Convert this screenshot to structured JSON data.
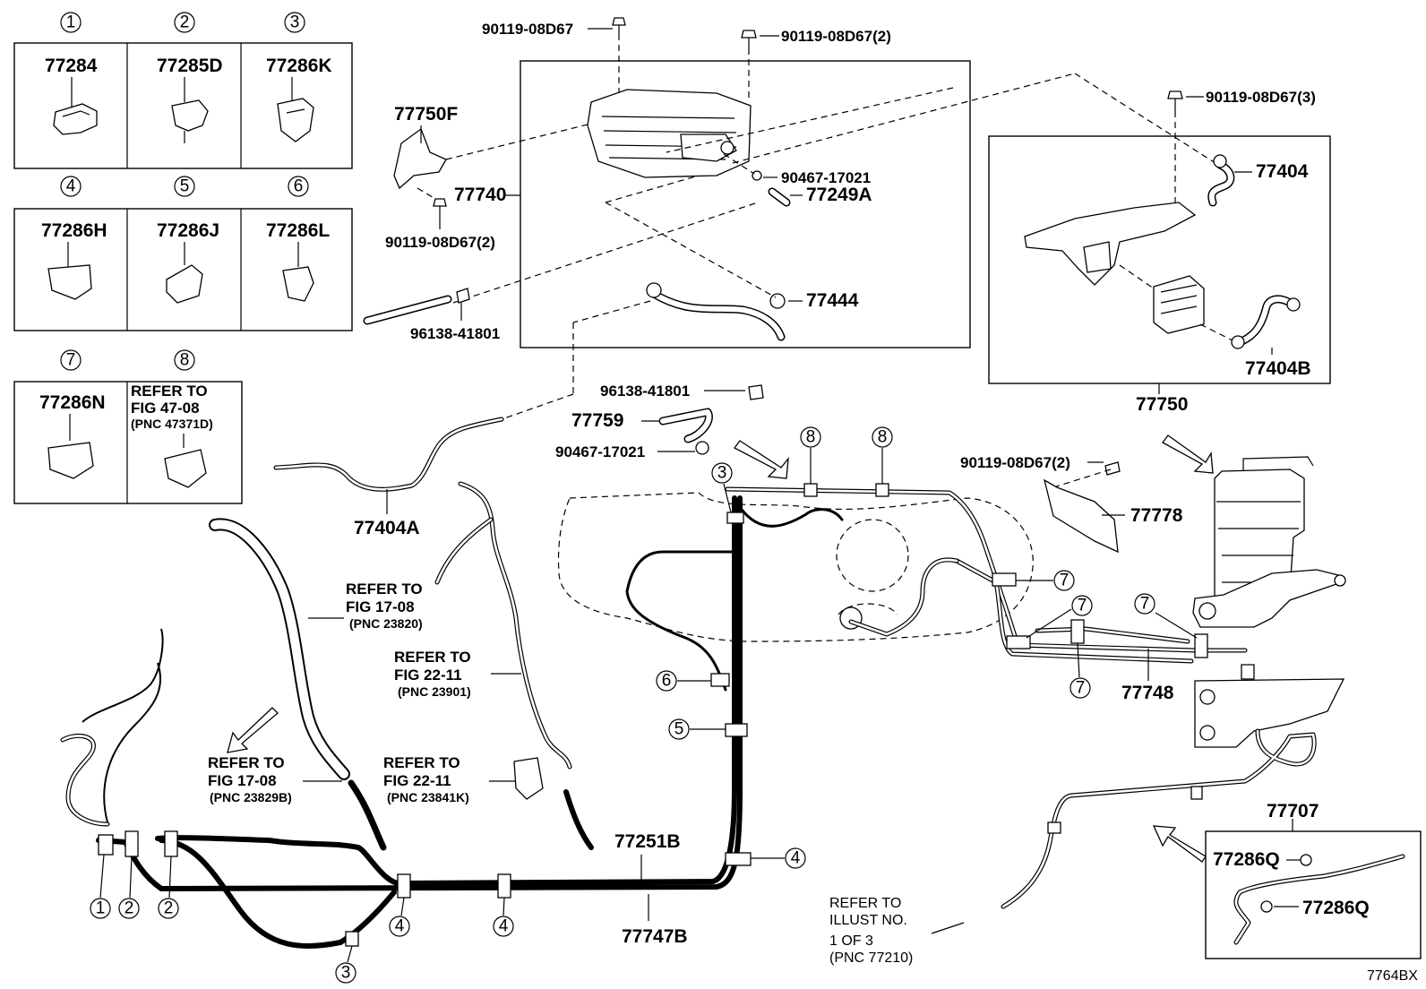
{
  "figure_code": "7764BX",
  "clip_table": [
    {
      "num": "1",
      "part": "77284"
    },
    {
      "num": "2",
      "part": "77285D"
    },
    {
      "num": "3",
      "part": "77286K"
    },
    {
      "num": "4",
      "part": "77286H"
    },
    {
      "num": "5",
      "part": "77286J"
    },
    {
      "num": "6",
      "part": "77286L"
    },
    {
      "num": "7",
      "part": "77286N"
    },
    {
      "num": "8",
      "ref_line1": "REFER TO",
      "ref_line2": "FIG 47-08",
      "ref_line3": "(PNC 47371D)"
    }
  ],
  "canister_box": {
    "bolt_top_left": "90119-08D67",
    "bolt_top_right": "90119-08D67(2)",
    "bracket": "77750F",
    "bracket_bolt": "90119-08D67(2)",
    "canister": "77740",
    "clip": "90467-17021",
    "hose_a": "77249A",
    "hose_b": "77444",
    "hose_clip": "96138-41801"
  },
  "pump_box": {
    "bolt": "90119-08D67(3)",
    "hose_top": "77404",
    "hose_bottom": "77404B",
    "assembly": "77750"
  },
  "middle_parts": {
    "clamp": "96138-41801",
    "hose": "77759",
    "clip": "90467-17021",
    "vent_hose": "77404A",
    "bolt": "90119-08D67(2)",
    "protector": "77778",
    "tube_assy": "77748"
  },
  "refs": {
    "ref_17_08_top": {
      "l1": "REFER TO",
      "l2": "FIG 17-08",
      "l3": "(PNC 23820)"
    },
    "ref_22_11_top": {
      "l1": "REFER TO",
      "l2": "FIG 22-11",
      "l3": "(PNC 23901)"
    },
    "ref_17_08_bottom": {
      "l1": "REFER TO",
      "l2": "FIG 17-08",
      "l3": "(PNC 23829B)"
    },
    "ref_22_11_bottom": {
      "l1": "REFER TO",
      "l2": "FIG 22-11",
      "l3": "(PNC 23841K)"
    },
    "ref_illust": {
      "l1": "REFER TO",
      "l2": "ILLUST NO.",
      "l3": "1 OF 3",
      "l4": "(PNC 77210)"
    }
  },
  "bottom_parts": {
    "tube_upper": "77251B",
    "tube_lower": "77747B"
  },
  "filler_box": {
    "assembly": "77707",
    "clip_a": "77286Q",
    "clip_b": "77286Q"
  },
  "callouts": {
    "c1": "1",
    "c2a": "2",
    "c2b": "2",
    "c3": "3",
    "c3_top": "3",
    "c4a": "4",
    "c4b": "4",
    "c4c": "4",
    "c5": "5",
    "c6": "6",
    "c7a": "7",
    "c7b": "7",
    "c7c": "7",
    "c7d": "7",
    "c8a": "8",
    "c8b": "8"
  }
}
